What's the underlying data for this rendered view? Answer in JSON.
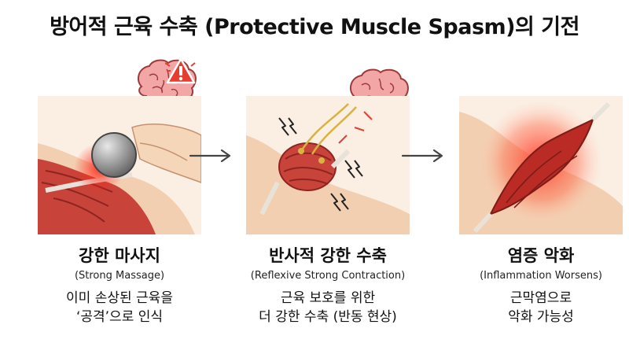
{
  "title": "방어적 근육 수축 (Protective Muscle Spasm)의 기전",
  "steps": [
    {
      "title": "강한 마사지",
      "subtitle": "(Strong Massage)",
      "desc_line1": "이미 손상된 근육을",
      "desc_line2": "‘공격’으로 인식"
    },
    {
      "title": "반사적 강한 수축",
      "subtitle": "(Reflexive Strong Contraction)",
      "desc_line1": "근육 보호를 위한",
      "desc_line2": "더 강한 수축 (반동 현상)"
    },
    {
      "title": "염증 악화",
      "subtitle": "(Inflammation Worsens)",
      "desc_line1": "근막염으로",
      "desc_line2": "악화 가능성"
    }
  ],
  "icons": [
    "brain-icon",
    "warning-icon",
    "massage-ball-icon",
    "lightning-icon",
    "arrow-right-icon"
  ],
  "colors": {
    "muscle": "#c8433a",
    "muscle_dark": "#8e2420",
    "skin": "#f6dcc3",
    "inflammation": "#e8281e",
    "warning": "#e53d2f",
    "brain": "#f2a6a6"
  }
}
